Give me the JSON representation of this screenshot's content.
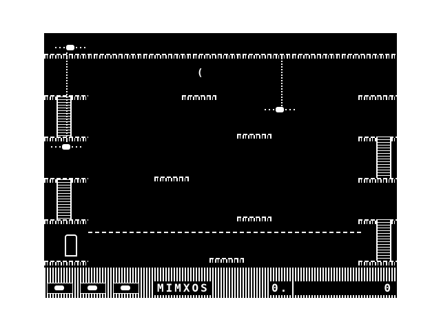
{
  "game": {
    "lives": 3,
    "status_text": "MIMXOS",
    "level_text": "0.",
    "score": "0"
  },
  "colors": {
    "background": "#000000",
    "foreground": "#ffffff",
    "border": "#ffffff"
  },
  "sprites": {
    "player": "player-icon",
    "enemy": "spider-icon",
    "collectible": "crescent-icon"
  }
}
